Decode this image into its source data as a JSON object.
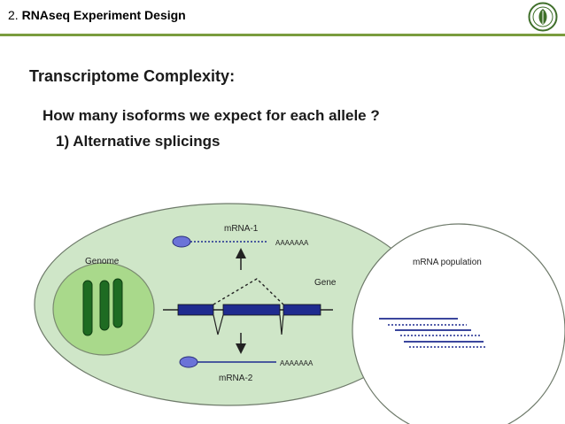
{
  "header": {
    "number": "2.",
    "title": "RNAseq Experiment Design"
  },
  "heading": "Transcriptome Complexity:",
  "question": "How many isoforms we expect for each allele ?",
  "subpoint": "1) Alternative splicings",
  "diagram": {
    "mrna1_label": "mRNA-1",
    "mrna2_label": "mRNA-2",
    "polya1": "AAAAAAA",
    "polya2": "AAAAAAA",
    "genome_label": "Genome",
    "gene_label": "Gene",
    "population_label": "mRNA population"
  },
  "colors": {
    "cell_fill": "#cfe6c8",
    "nucleus_fill": "#a9d98b",
    "chromosome": "#1e6b22",
    "exon": "#1f2b8f",
    "cap": "#6b73d8",
    "rule": "#7a9c3e"
  }
}
